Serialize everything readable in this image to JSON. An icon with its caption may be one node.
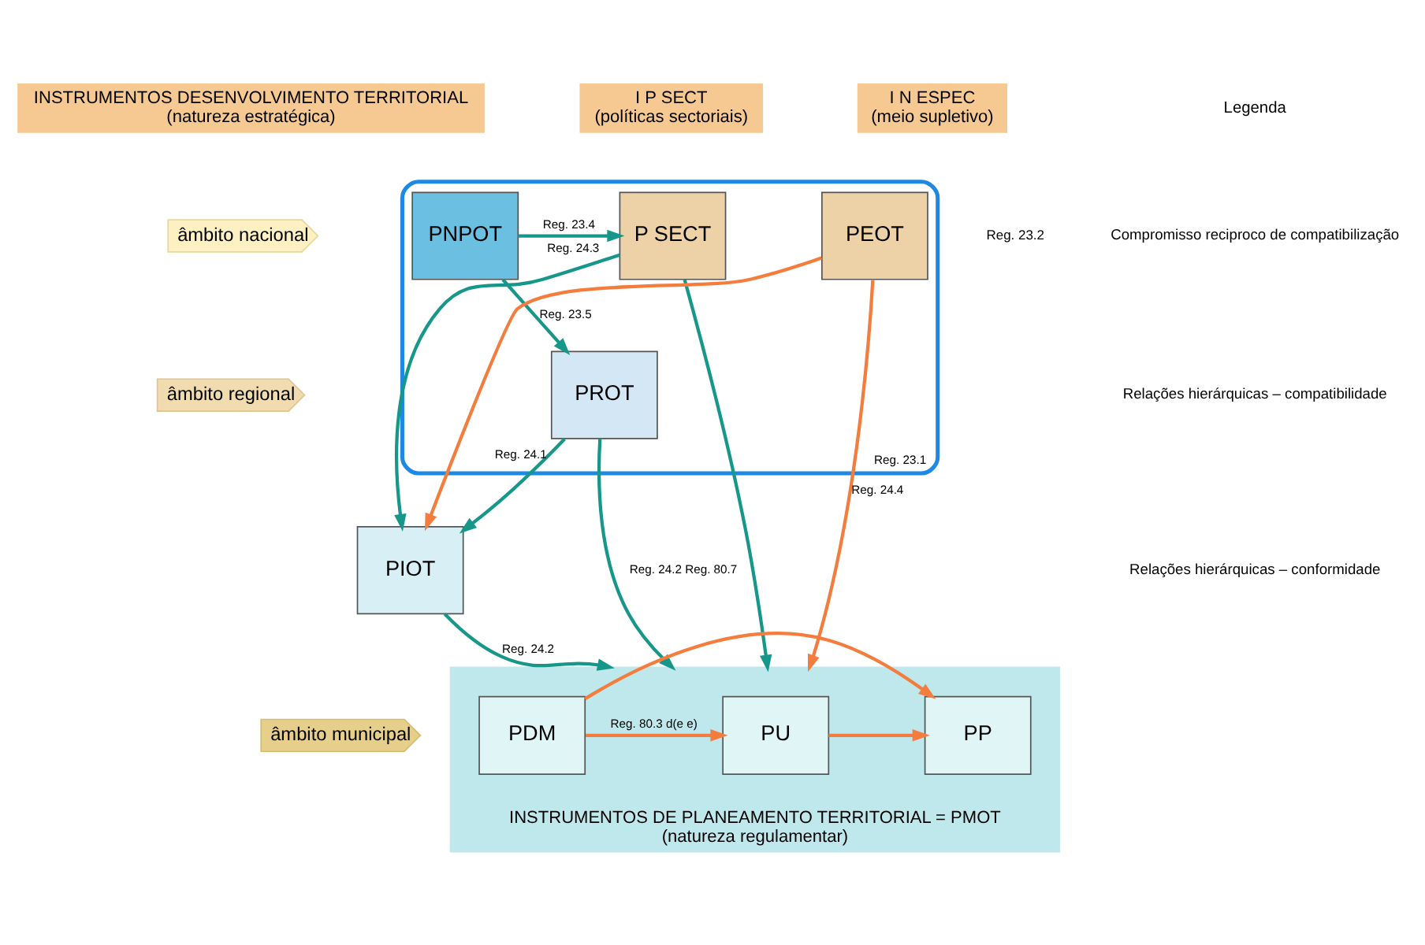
{
  "diagram": {
    "nodes": [
      {
        "text": [
          "INSTRUMENTOS DESENVOLVIMENTO TERRITORIAL",
          "(natureza estratégica)"
        ]
      },
      {
        "text": [
          "I P SECT",
          "(políticas sectoriais)"
        ]
      },
      {
        "text": [
          "I N ESPEC",
          "(meio supletivo)"
        ]
      },
      {
        "text": [
          "âmbito nacional"
        ]
      },
      {
        "text": [
          "âmbito regional"
        ]
      },
      {
        "text": [
          "âmbito municipal"
        ]
      },
      {
        "text": [
          "Reg. 23.1"
        ]
      },
      {
        "text": [
          "PNPOT"
        ],
        "in": 6
      },
      {
        "text": [
          "P SECT"
        ],
        "in": 6
      },
      {
        "text": [
          "PEOT"
        ],
        "in": 6
      },
      {
        "text": [
          "PROT"
        ],
        "in": 6
      },
      {
        "text": [
          "PIOT"
        ]
      },
      {
        "text": [
          "INSTRUMENTOS DE PLANEAMENTO TERRITORIAL = PMOT",
          "(natureza regulamentar)"
        ]
      },
      {
        "text": [
          "PDM"
        ],
        "in": 12
      },
      {
        "text": [
          "PU"
        ],
        "in": 12
      },
      {
        "text": [
          "PP"
        ],
        "in": 12
      }
    ],
    "edges": [
      {
        "from": 7,
        "to": 8,
        "arrow": "to",
        "label": "Reg. 23.4"
      },
      {
        "from": 7,
        "to": 10,
        "arrow": "to",
        "label": "Reg. 23.5"
      },
      {
        "from": 10,
        "to": 11,
        "arrow": "to",
        "label": "Reg. 24.1"
      },
      {
        "from": 10,
        "to": 12,
        "arrow": "to",
        "label": "Reg. 24.2 Reg. 80.7"
      },
      {
        "from": 8,
        "to": 11,
        "arrow": "to",
        "label": "Reg. 24.3"
      },
      {
        "from": 8,
        "to": 12,
        "arrow": "to"
      },
      {
        "from": 9,
        "to": 11,
        "arrow": "to",
        "color": "#f47c3c"
      },
      {
        "from": 9,
        "to": 12,
        "arrow": "to",
        "label": "Reg. 24.4",
        "color": "#f47c3c"
      },
      {
        "from": 11,
        "to": 12,
        "arrow": "to",
        "label": "Reg. 24.2"
      },
      {
        "from": 13,
        "to": 14,
        "arrow": "to",
        "label": "Reg. 80.3 d(e e)",
        "color": "#f47c3c"
      },
      {
        "from": 13,
        "to": 15,
        "arrow": "to",
        "color": "#f47c3c"
      },
      {
        "from": 14,
        "to": 15,
        "arrow": "to",
        "color": "#f47c3c"
      }
    ],
    "labels": [
      "Reg. 23.2",
      "Legenda"
    ],
    "legend": [
      {
        "text": "Compromisso reciproco de compatibilização"
      },
      {
        "text": "Relações hierárquicas – compatibilidade"
      },
      {
        "text": "Relações hierárquicas – conformidade"
      }
    ]
  }
}
